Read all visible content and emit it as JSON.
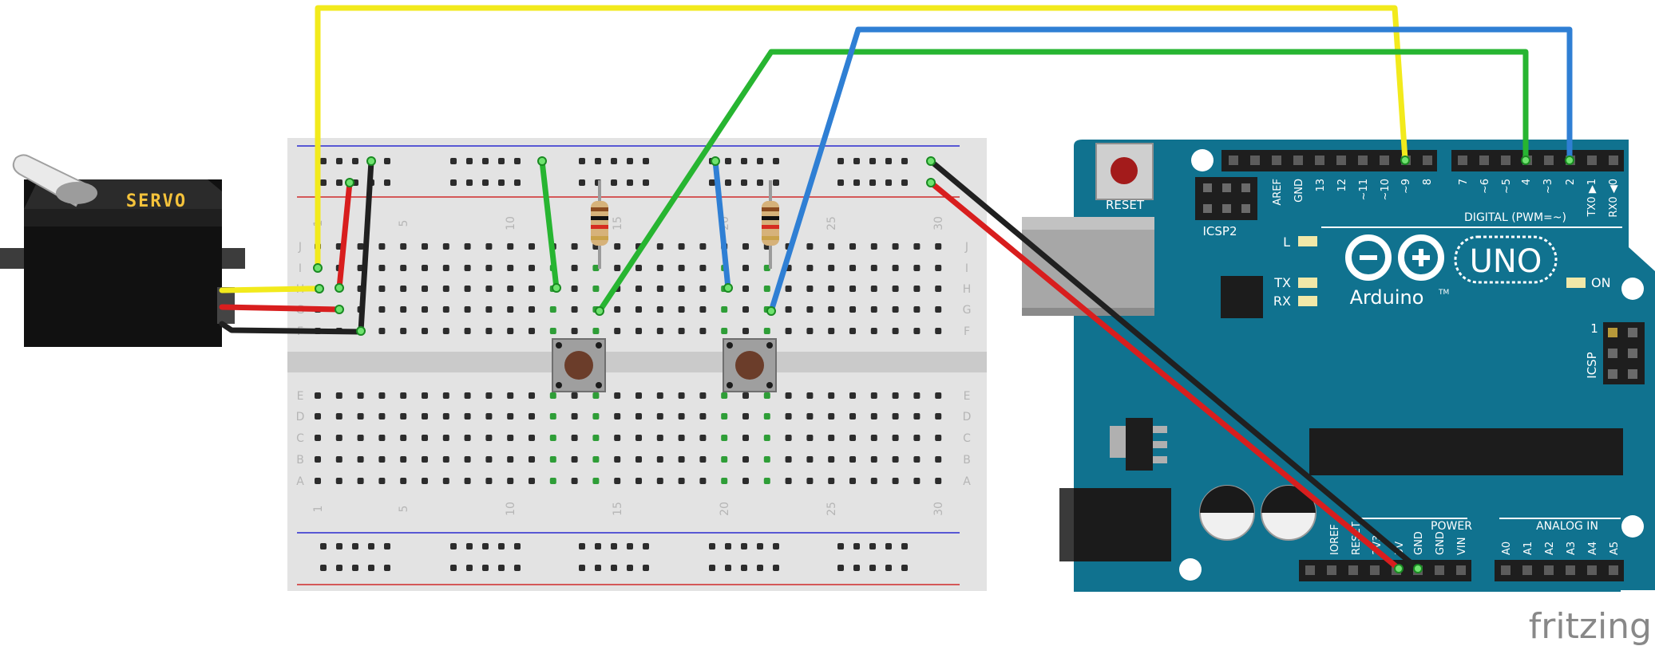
{
  "servo": {
    "label": "SERVO"
  },
  "breadboard": {
    "row_letters_top": [
      "J",
      "I",
      "H",
      "G",
      "F"
    ],
    "row_letters_bottom": [
      "E",
      "D",
      "C",
      "B",
      "A"
    ],
    "column_numbers": [
      "1",
      "5",
      "10",
      "15",
      "20",
      "25",
      "30"
    ]
  },
  "arduino": {
    "reset_label": "RESET",
    "icsp2_label": "ICSP2",
    "icsp_label": "ICSP",
    "icsp_pin_one": "1",
    "brand": "Arduino",
    "trademark": "TM",
    "model": "UNO",
    "led_l": "L",
    "led_tx": "TX",
    "led_rx": "RX",
    "led_on": "ON",
    "digital_header_label": "DIGITAL (PWM=~)",
    "digital_pins": [
      "AREF",
      "GND",
      "13",
      "12",
      "~11",
      "~10",
      "~9",
      "8",
      "7",
      "~6",
      "~5",
      "4",
      "~3",
      "2",
      "TX0 ▶1",
      "RX0 ◀0"
    ],
    "power_header_label": "POWER",
    "power_pins": [
      "IOREF",
      "RESET",
      "3V3",
      "5V",
      "GND",
      "GND",
      "VIN"
    ],
    "analog_header_label": "ANALOG IN",
    "analog_pins": [
      "A0",
      "A1",
      "A2",
      "A3",
      "A4",
      "A5"
    ]
  },
  "watermark": "fritzing",
  "colors": {
    "board": "#10728f",
    "breadboard": "#e3e3e3",
    "wire_yellow": "#f2ea1c",
    "wire_green": "#27b531",
    "wire_blue": "#2f7fd4",
    "wire_red": "#d81e1e",
    "wire_black": "#202020"
  }
}
